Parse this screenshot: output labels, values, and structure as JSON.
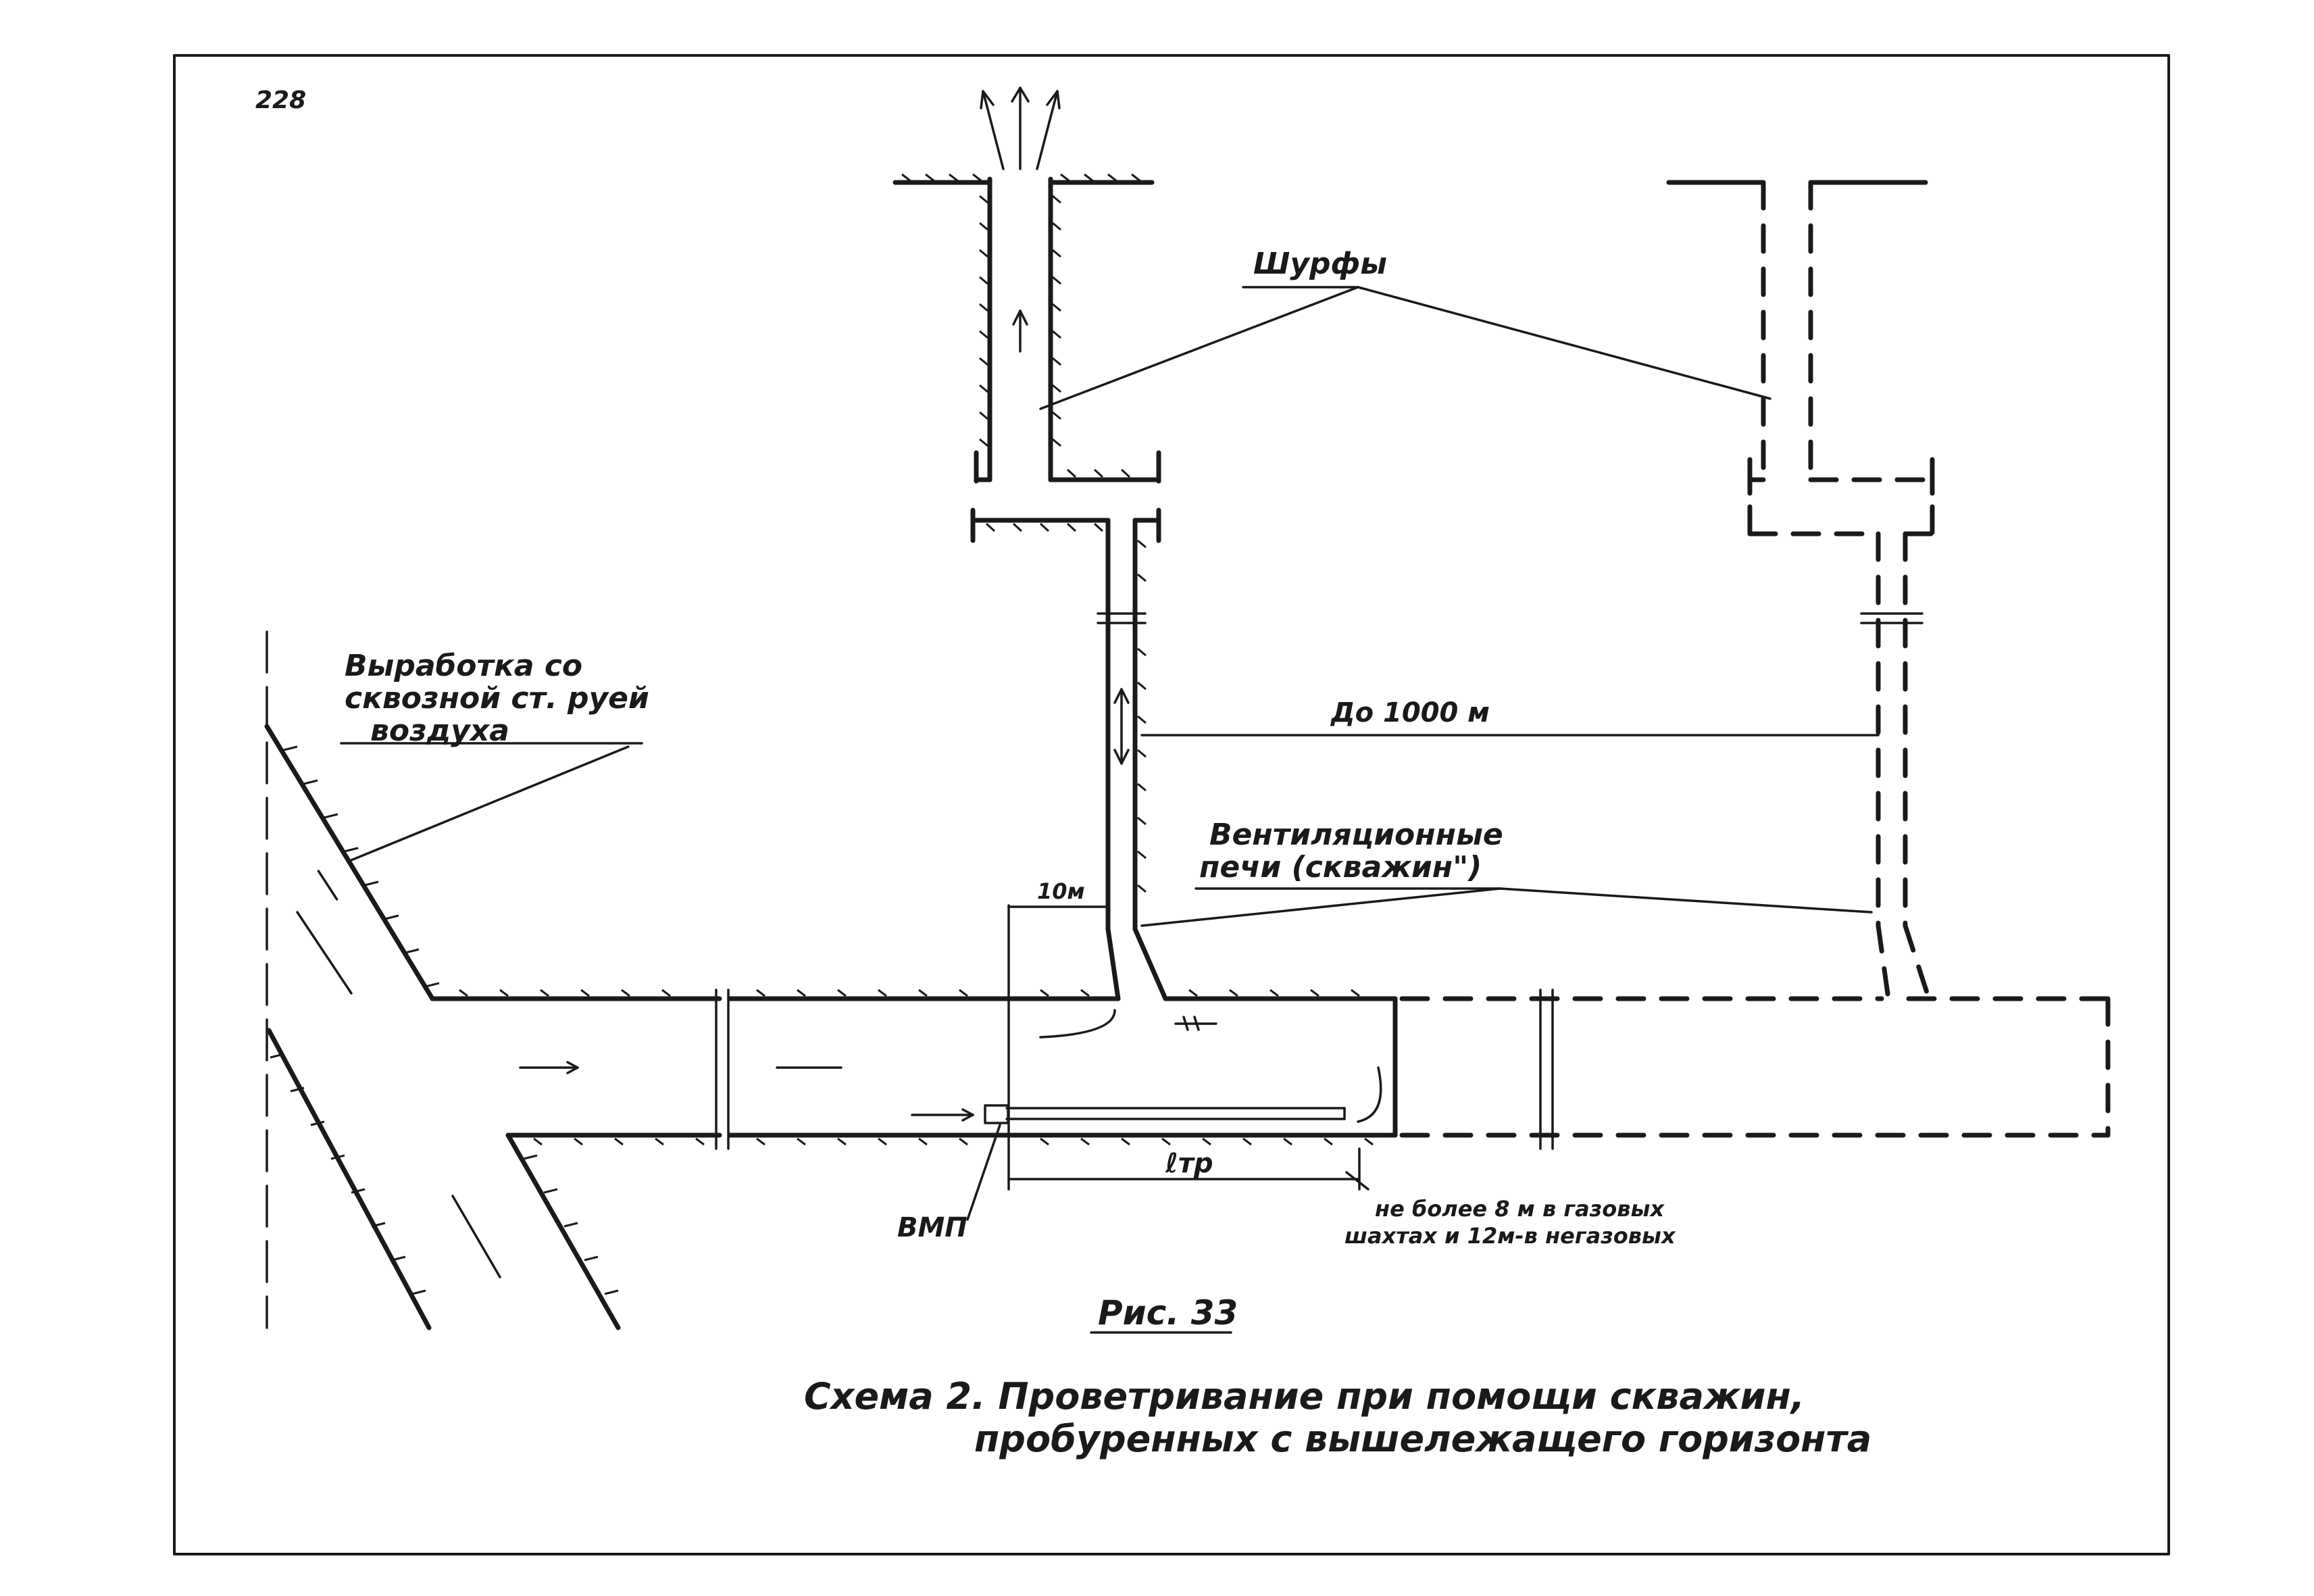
{
  "page_number": "228",
  "labels": {
    "shurfy": "Шурфы",
    "vyrabotka_line1": "Выработка со",
    "vyrabotka_line2": "сквозной ст. руей",
    "vyrabotka_line3": "воздуха",
    "distance": "До 1000 м",
    "ventilation_line1": "Вентиляционные",
    "ventilation_line2": "печи (скважин\")",
    "ten_m": "10м",
    "vmp": "ВМП",
    "l_tr": "ℓтр",
    "note_line1": "не более 8 м в газовых",
    "note_line2": "шахтах и 12м-в негазовых"
  },
  "caption": {
    "figure": "Рис. 33",
    "title_line1": "Схема 2. Проветривание при помощи скважин,",
    "title_line2": "пробуренных с вышележащего горизонта"
  },
  "colors": {
    "ink": "#1a1a1a",
    "paper": "#ffffff"
  }
}
